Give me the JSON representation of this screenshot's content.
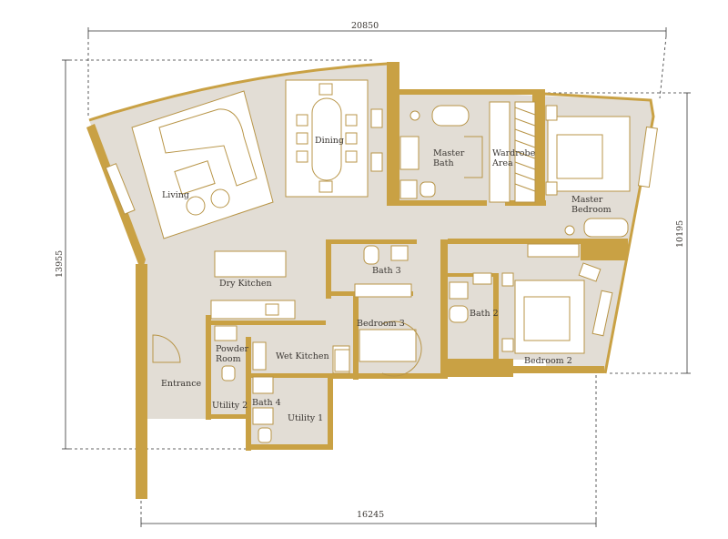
{
  "colors": {
    "wall": "#c9a144",
    "floor": "#e2ddd5",
    "furniture_stroke": "#b89548",
    "text": "#3a3632"
  },
  "dimensions": {
    "top": "20850",
    "bottom": "16245",
    "left": "13955",
    "right": "10195"
  },
  "rooms": {
    "living": "Living",
    "dining": "Dining",
    "master_bath_line1": "Master",
    "master_bath_line2": "Bath",
    "wardrobe_line1": "Wardrobe",
    "wardrobe_line2": "Area",
    "master_bedroom_line1": "Master",
    "master_bedroom_line2": "Bedroom",
    "dry_kitchen": "Dry Kitchen",
    "bath3": "Bath 3",
    "bath2": "Bath 2",
    "bedroom3": "Bedroom 3",
    "bedroom2": "Bedroom 2",
    "powder_line1": "Powder",
    "powder_line2": "Room",
    "wet_kitchen": "Wet Kitchen",
    "entrance": "Entrance",
    "utility2": "Utility 2",
    "bath4": "Bath 4",
    "utility1": "Utility 1"
  }
}
